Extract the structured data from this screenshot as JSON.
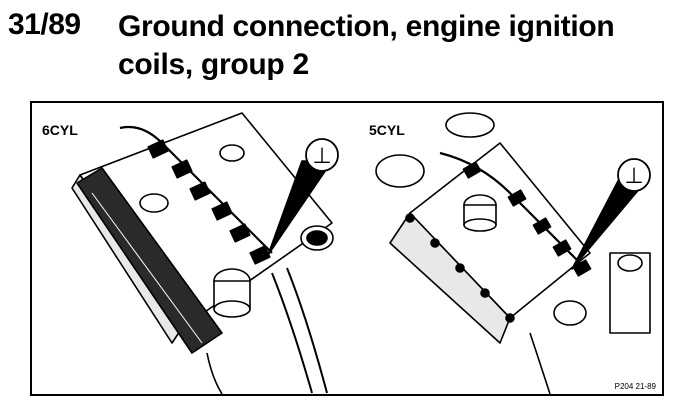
{
  "header": {
    "code": "31/89",
    "title_line1": "Ground connection, engine ignition",
    "title_line2": "coils, group 2"
  },
  "figure": {
    "label_6cyl": "6CYL",
    "label_5cyl": "5CYL",
    "ground_symbol": "⊥",
    "reference": "P204  21-89"
  }
}
